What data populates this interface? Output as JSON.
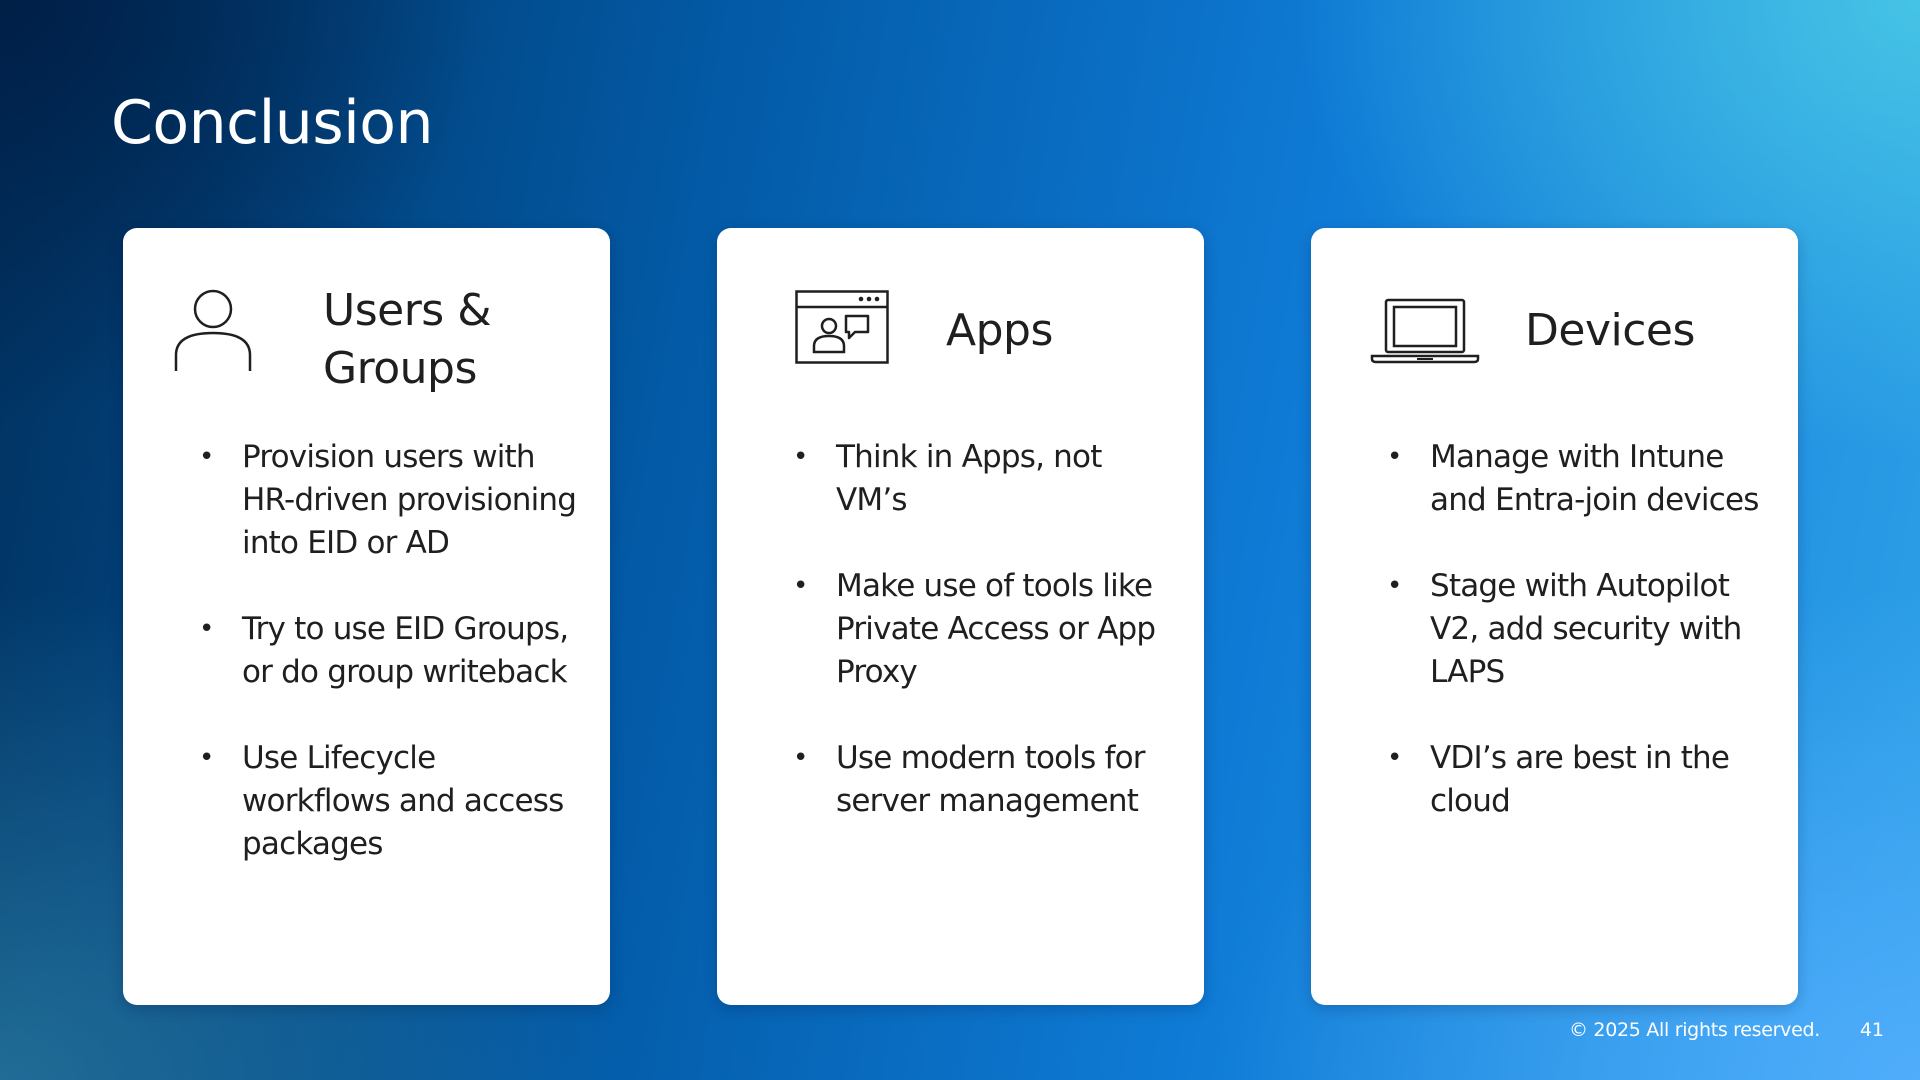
{
  "slide": {
    "title": "Conclusion",
    "footer": {
      "copyright": "© 2025 All rights reserved.",
      "page_number": "41"
    },
    "colors": {
      "card_background": "#ffffff",
      "text_dark": "#1f1f1f",
      "text_light": "#ffffff",
      "background_dark": "#01315e",
      "background_light": "#4aa8f0"
    }
  },
  "cards": [
    {
      "icon": "user-icon",
      "title": "Users & Groups",
      "bullets": [
        "Provision users with HR-driven provisioning into EID or AD",
        "Try to use EID Groups, or do group writeback",
        "Use Lifecycle workflows and access packages"
      ]
    },
    {
      "icon": "app-window-chat-icon",
      "title": "Apps",
      "bullets": [
        "Think in Apps, not VM’s",
        "Make use of tools like Private Access or App Proxy",
        "Use modern tools for server management"
      ]
    },
    {
      "icon": "laptop-icon",
      "title": "Devices",
      "bullets": [
        "Manage with Intune and Entra-join devices",
        "Stage with Autopilot V2, add security with LAPS",
        "VDI’s are best in the cloud"
      ]
    }
  ]
}
